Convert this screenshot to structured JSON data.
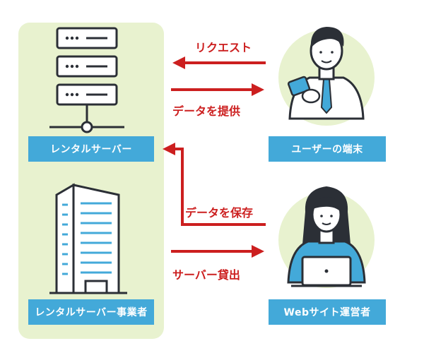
{
  "left": {
    "server_label": "レンタルサーバー",
    "company_label": "レンタルサーバー事業者"
  },
  "right": {
    "user_label": "ユーザーの端末",
    "operator_label": "Webサイト運営者"
  },
  "arrows": {
    "request": "リクエスト",
    "provide": "データを提供",
    "save": "データを保存",
    "lend": "サーバー貸出"
  },
  "colors": {
    "panel_bg": "#e8f2cf",
    "label_bg": "#43a9d9",
    "arrow": "#cc1f1f",
    "person_circle": "#e8f2cf",
    "outline": "#2b2f36"
  }
}
